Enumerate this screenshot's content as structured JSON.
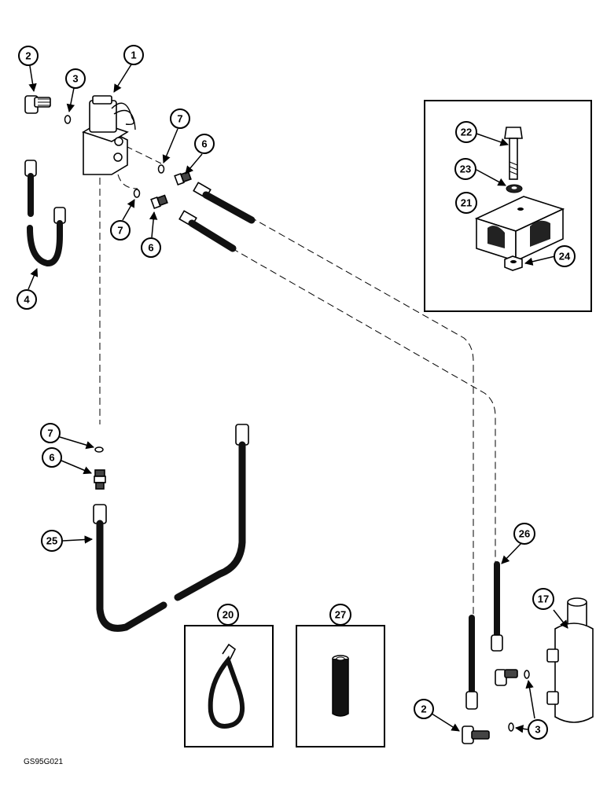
{
  "figure_code": "GS95G021",
  "callouts": [
    "1",
    "2",
    "3",
    "4",
    "6",
    "7",
    "17",
    "20",
    "21",
    "22",
    "23",
    "24",
    "25",
    "26",
    "27"
  ]
}
